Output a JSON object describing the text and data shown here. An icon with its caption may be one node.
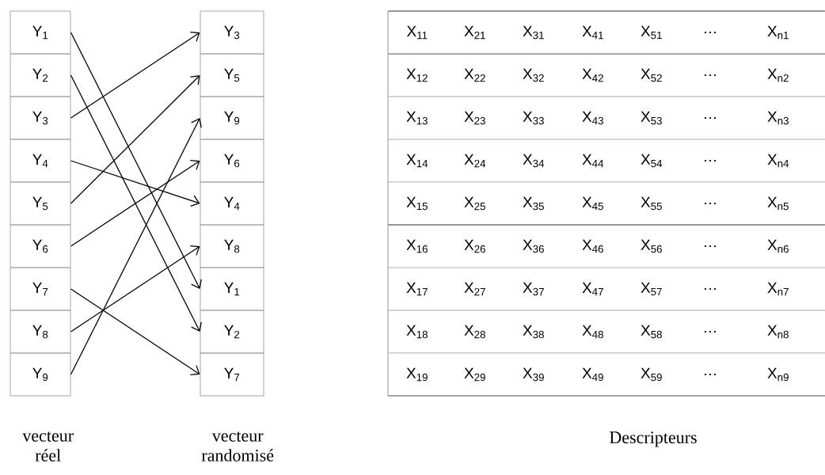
{
  "diagram": {
    "nodes": [
      {
        "text": [
          "Y$_{1}$"
        ]
      },
      {
        "text": [
          "Y$_{2}$"
        ]
      },
      {
        "text": [
          "Y$_{3}$"
        ]
      },
      {
        "text": [
          "Y$_{4}$"
        ]
      },
      {
        "text": [
          "Y$_{5}$"
        ]
      },
      {
        "text": [
          "Y$_{6}$"
        ]
      },
      {
        "text": [
          "Y$_{7}$"
        ]
      },
      {
        "text": [
          "Y$_{8}$"
        ]
      },
      {
        "text": [
          "Y$_{9}$"
        ]
      },
      {
        "text": [
          "Y$_{3}$"
        ]
      },
      {
        "text": [
          "Y$_{5}$"
        ]
      },
      {
        "text": [
          "Y$_{9}$"
        ]
      },
      {
        "text": [
          "Y$_{6}$"
        ]
      },
      {
        "text": [
          "Y$_{4}$"
        ]
      },
      {
        "text": [
          "Y$_{8}$"
        ]
      },
      {
        "text": [
          "Y$_{1}$"
        ]
      },
      {
        "text": [
          "Y$_{2}$"
        ]
      },
      {
        "text": [
          "Y$_{7}$"
        ]
      }
    ],
    "edges": [
      {
        "from": 0,
        "to": 15,
        "arrow": "to"
      },
      {
        "from": 1,
        "to": 16,
        "arrow": "to"
      },
      {
        "from": 2,
        "to": 9,
        "arrow": "to"
      },
      {
        "from": 3,
        "to": 13,
        "arrow": "to"
      },
      {
        "from": 4,
        "to": 10,
        "arrow": "to"
      },
      {
        "from": 5,
        "to": 12,
        "arrow": "to"
      },
      {
        "from": 6,
        "to": 17,
        "arrow": "to"
      },
      {
        "from": 7,
        "to": 14,
        "arrow": "to"
      },
      {
        "from": 8,
        "to": 11,
        "arrow": "to"
      }
    ],
    "labels": [
      "X$_{11}$",
      "X$_{21}$",
      "X$_{31}$",
      "X$_{41}$",
      "X$_{51}$",
      "…",
      "X$_{n1}$",
      "X$_{12}$",
      "X$_{22}$",
      "X$_{32}$",
      "X$_{42}$",
      "X$_{52}$",
      "…",
      "X$_{n2}$",
      "X$_{13}$",
      "X$_{23}$",
      "X$_{33}$",
      "X$_{43}$",
      "X$_{53}$",
      "…",
      "X$_{n3}$",
      "X$_{14}$",
      "X$_{24}$",
      "X$_{34}$",
      "X$_{44}$",
      "X$_{54}$",
      "…",
      "X$_{n4}$",
      "X$_{15}$",
      "X$_{25}$",
      "X$_{35}$",
      "X$_{45}$",
      "X$_{55}$",
      "…",
      "X$_{n5}$",
      "X$_{16}$",
      "X$_{26}$",
      "X$_{36}$",
      "X$_{46}$",
      "X$_{56}$",
      "…",
      "X$_{n6}$",
      "X$_{17}$",
      "X$_{27}$",
      "X$_{37}$",
      "X$_{47}$",
      "X$_{57}$",
      "…",
      "X$_{n7}$",
      "X$_{18}$",
      "X$_{28}$",
      "X$_{38}$",
      "X$_{48}$",
      "X$_{58}$",
      "…",
      "X$_{n8}$",
      "X$_{19}$",
      "X$_{29}$",
      "X$_{39}$",
      "X$_{49}$",
      "X$_{59}$",
      "…",
      "X$_{n9}$",
      "vecteur réel",
      "vecteur randomisé",
      "Descripteurs"
    ]
  }
}
